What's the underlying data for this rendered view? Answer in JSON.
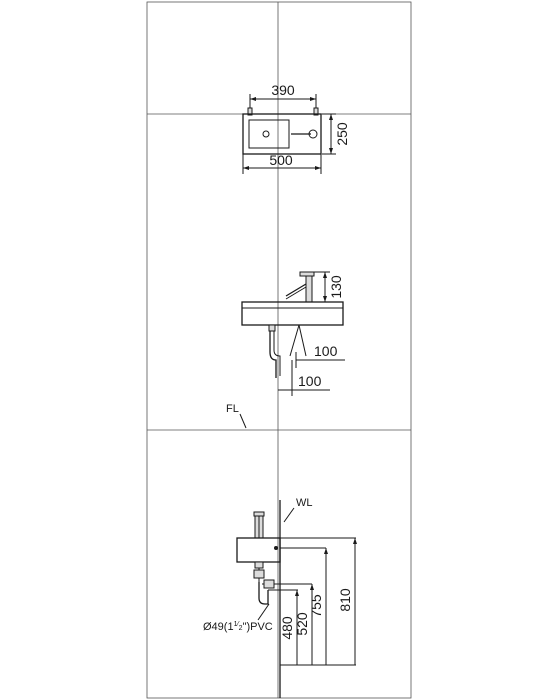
{
  "top_view": {
    "width_top": "390",
    "depth": "250",
    "width_bottom": "500"
  },
  "side_view": {
    "faucet_height": "130",
    "offset_1": "100",
    "offset_2": "100",
    "floor_label": "FL"
  },
  "front_view": {
    "wall_label": "WL",
    "pipe_label": "Ø49(1",
    "pipe_fraction_num": "1",
    "pipe_fraction_den": "2",
    "pipe_label_end": "\")PVC",
    "height_1": "480",
    "height_2": "520",
    "height_3": "755",
    "height_4": "810"
  }
}
